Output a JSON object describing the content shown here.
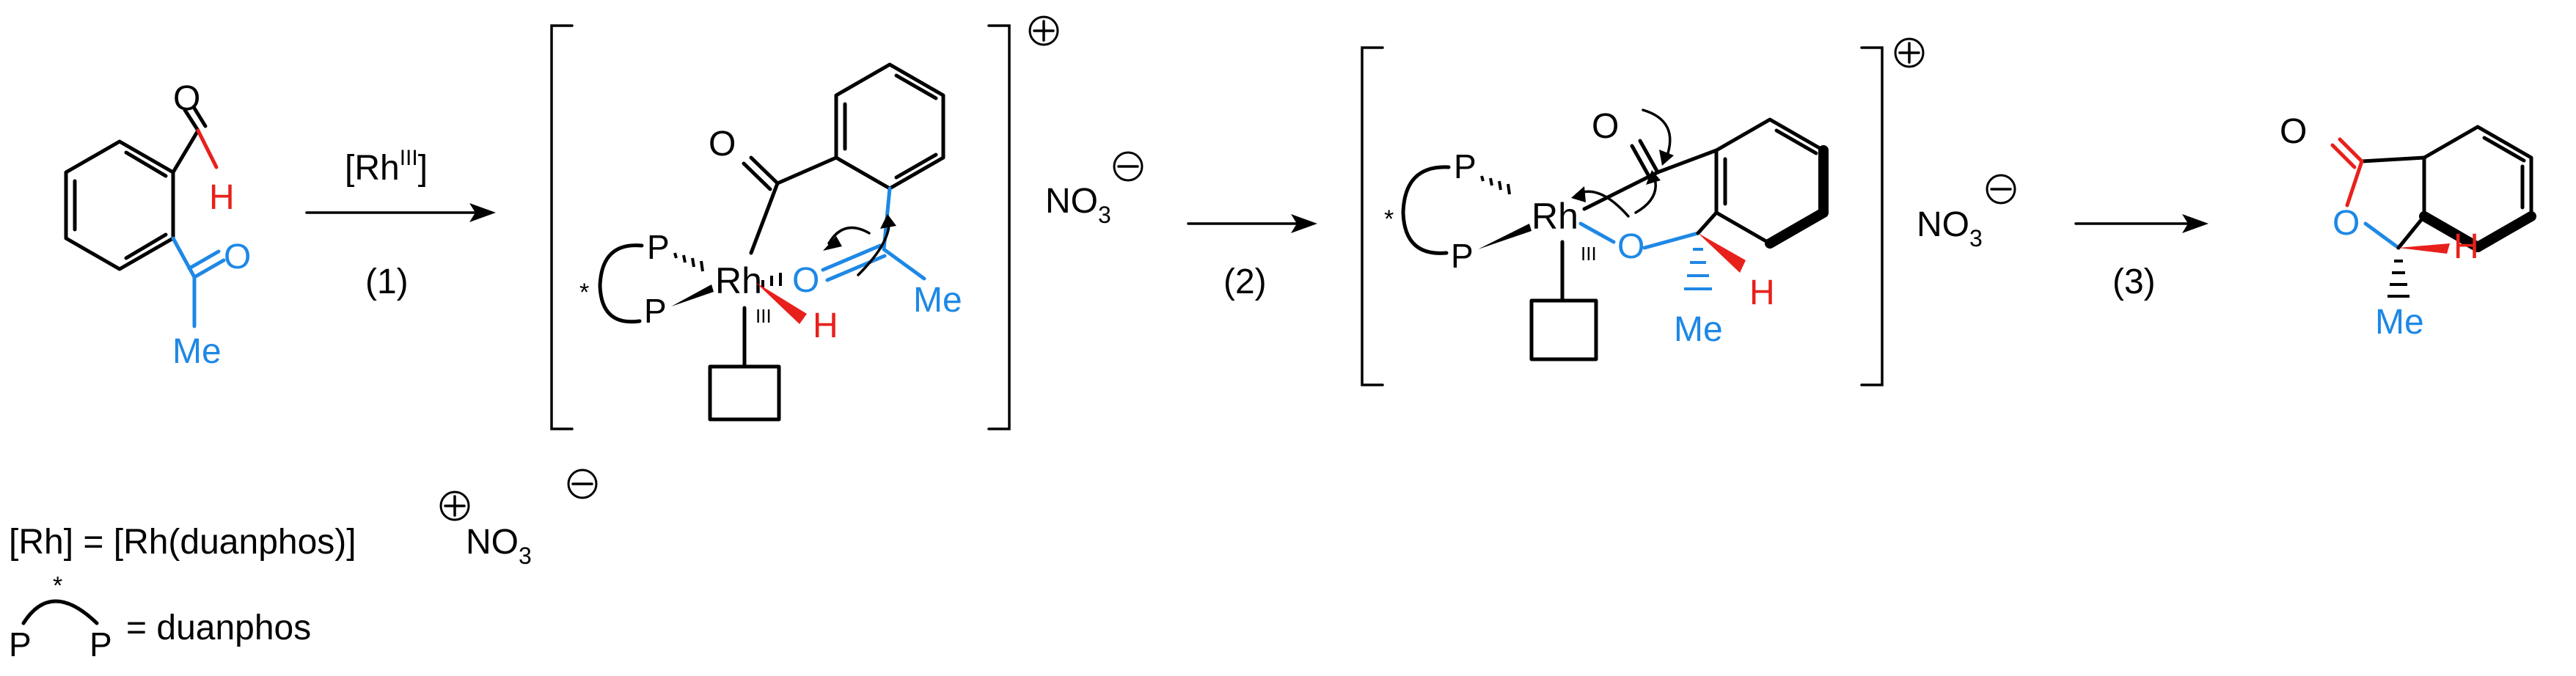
{
  "colors": {
    "substrate": "#1e88e5",
    "hydride": "#e8201c",
    "bonds": "#000000"
  },
  "step1": {
    "catalyst": "[Rh",
    "catalyst_ox": "III",
    "catalyst_end": "]",
    "label": "(1)"
  },
  "step2": {
    "label": "(2)"
  },
  "step3": {
    "label": "(3)"
  },
  "atoms": {
    "O": "O",
    "H": "H",
    "Me": "Me",
    "P": "P",
    "Rh": "Rh",
    "III": "III",
    "star": "*",
    "plus": "+",
    "minus": "−"
  },
  "counterion": {
    "main": "NO",
    "sub": "3"
  },
  "legend": {
    "line1_a": "[Rh] = [Rh(duanphos)]",
    "line1_b": "NO",
    "line1_sub": "3",
    "line2": "= duanphos"
  }
}
